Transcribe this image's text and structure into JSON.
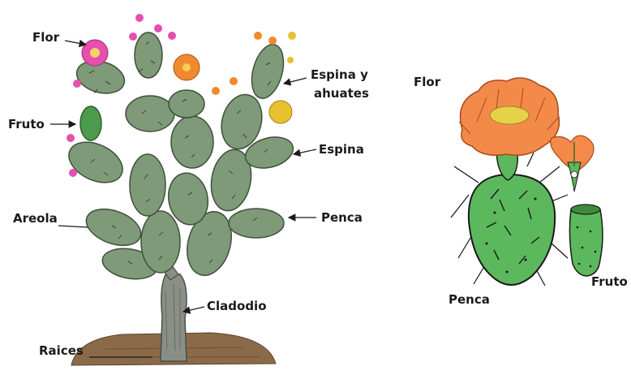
{
  "labels": {
    "flor_left": "Flor",
    "fruto_left": "Fruto",
    "areola": "Areola",
    "raices": "Raices",
    "espina_ahuates_line1": "Espina y",
    "espina_ahuates_line2": "ahuates",
    "espina": "Espina",
    "penca_left": "Penca",
    "cladodio": "Cladodio",
    "flor_right": "Flor",
    "penca_right": "Penca",
    "fruto_right": "Fruto"
  },
  "colors": {
    "pad_green": "#7e9a78",
    "pad_stroke": "#3f4f3b",
    "stem_gray": "#8a8f86",
    "soil": "#8a6a48",
    "flower_pink": "#e64fae",
    "flower_orange": "#f08a2e",
    "flower_yellow": "#e8c030",
    "fruit_green": "#4c9a4c",
    "right_green": "#5cb85c",
    "right_orange": "#f48a4a"
  }
}
